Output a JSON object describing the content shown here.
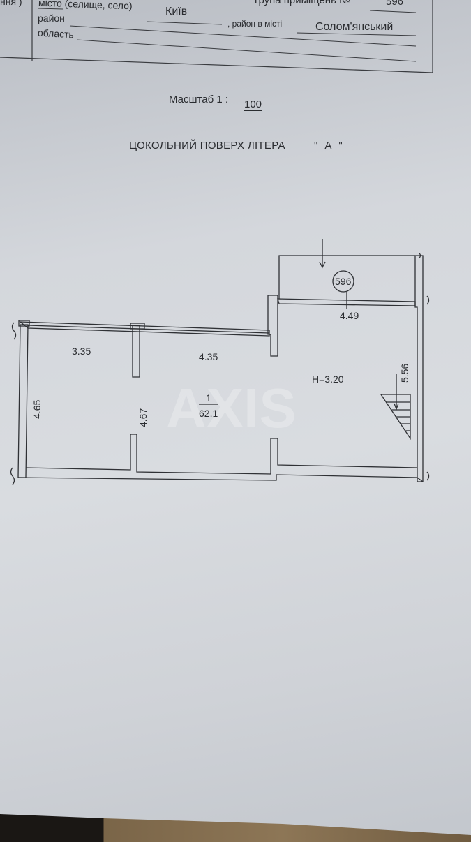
{
  "header_form": {
    "left_cell_fragment": "ння )",
    "city_label": "місто (селище, село)",
    "city_value": "Київ",
    "group_label": "група приміщень  №",
    "group_value": "596",
    "district_label": "район",
    "city_district_label": ", район в місті",
    "city_district_value": "Солом'янський",
    "region_label": "область"
  },
  "scale": {
    "label": "Масштаб  1 :",
    "value": "100"
  },
  "floor_title": {
    "label": "ЦОКОЛЬНИЙ  ПОВЕРХ  ЛІТЕРА",
    "letter": "А"
  },
  "plan": {
    "group_number": "596",
    "room_number": "1",
    "room_area": "62.1",
    "ceiling_height": "H=3.20",
    "dimensions": {
      "top_left": "3.35",
      "top_middle": "4.35",
      "top_right": "4.49",
      "left": "4.65",
      "middle": "4.67",
      "right": "5.56"
    },
    "watermark": "AXIS"
  },
  "colors": {
    "paper": "#d4d7dc",
    "ink": "#2a2c30"
  }
}
